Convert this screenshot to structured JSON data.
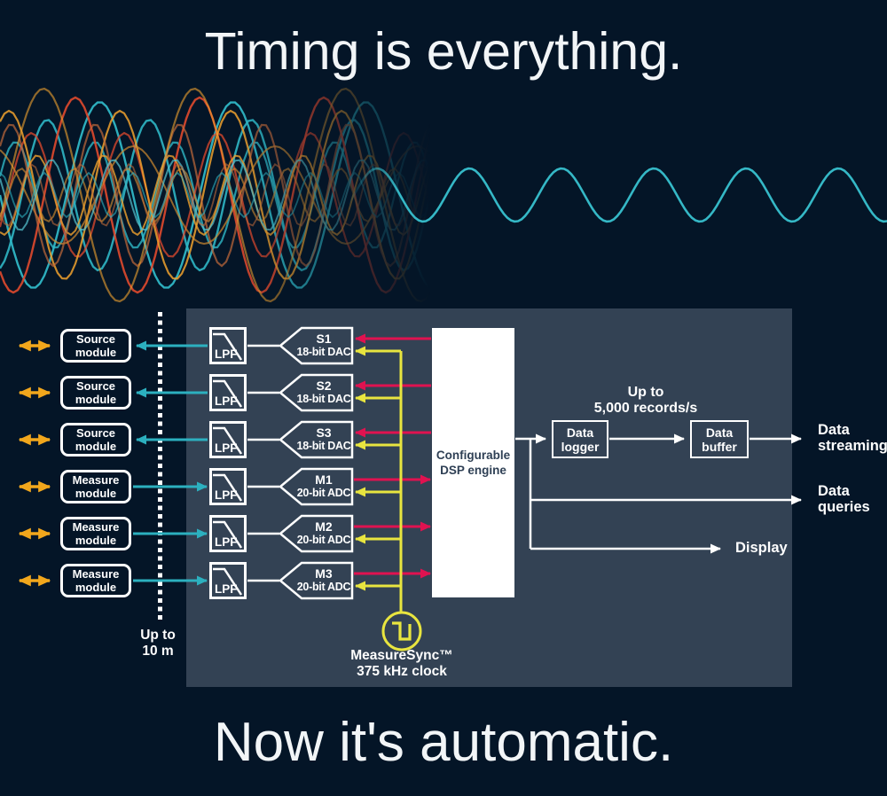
{
  "header": {
    "title": "Timing is everything."
  },
  "footer": {
    "tagline": "Now it's automatic."
  },
  "colors": {
    "background": "#041527",
    "panel": "#334254",
    "white": "#ffffff",
    "teal": "#2cb0bf",
    "orange": "#f2a71c",
    "pink": "#e01250",
    "yellow": "#e8e53f"
  },
  "wave_art": {
    "clean_wave_color": "#35b8c6",
    "chaos_colors": [
      "#2fb6c5",
      "#57c7d4",
      "#e0492e",
      "#f0a12e",
      "#d08a2f",
      "#c26a3a"
    ]
  },
  "diagram": {
    "channels": [
      {
        "module_line1": "Source",
        "module_line2": "module",
        "filter": "LPF",
        "converter_id": "S1",
        "converter_label": "18-bit DAC"
      },
      {
        "module_line1": "Source",
        "module_line2": "module",
        "filter": "LPF",
        "converter_id": "S2",
        "converter_label": "18-bit DAC"
      },
      {
        "module_line1": "Source",
        "module_line2": "module",
        "filter": "LPF",
        "converter_id": "S3",
        "converter_label": "18-bit DAC"
      },
      {
        "module_line1": "Measure",
        "module_line2": "module",
        "filter": "LPF",
        "converter_id": "M1",
        "converter_label": "20-bit ADC"
      },
      {
        "module_line1": "Measure",
        "module_line2": "module",
        "filter": "LPF",
        "converter_id": "M2",
        "converter_label": "20-bit ADC"
      },
      {
        "module_line1": "Measure",
        "module_line2": "module",
        "filter": "LPF",
        "converter_id": "M3",
        "converter_label": "20-bit ADC"
      }
    ],
    "dsp": {
      "line1": "Configurable",
      "line2": "DSP engine"
    },
    "clock": {
      "name": "MeasureSync™",
      "spec": "375 kHz clock"
    },
    "distance_note": {
      "line1": "Up to",
      "line2": "10 m"
    },
    "throughput_note": {
      "line1": "Up to",
      "line2": "5,000 records/s"
    },
    "pipeline": {
      "logger_line1": "Data",
      "logger_line2": "logger",
      "buffer_line1": "Data",
      "buffer_line2": "buffer"
    },
    "outputs": {
      "streaming": {
        "line1": "Data",
        "line2": "streaming"
      },
      "queries": {
        "line1": "Data",
        "line2": "queries"
      },
      "display": {
        "line1": "Display"
      }
    }
  }
}
